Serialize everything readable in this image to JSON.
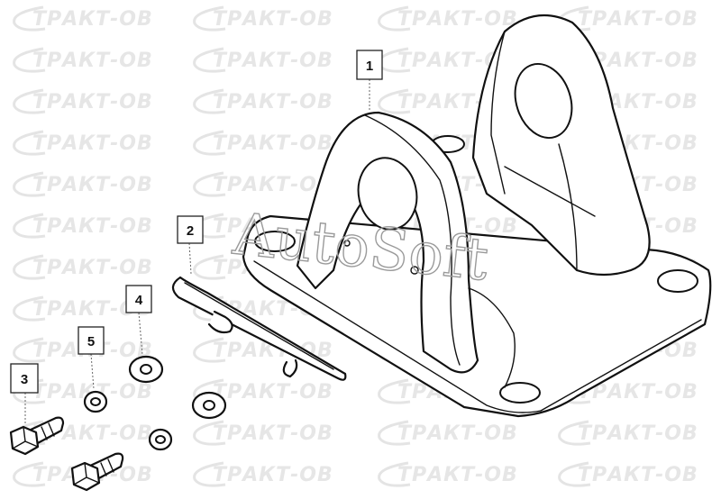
{
  "watermark": {
    "brand": "ТРАКТ-ОВ",
    "overlay": "AutoSoft"
  },
  "parts": {
    "bracket": {
      "callout": "1",
      "icon": "tow-hook-bracket"
    },
    "cotter_pin": {
      "callout": "2",
      "icon": "cotter-pin"
    },
    "bolt": {
      "callout": "3",
      "icon": "hex-bolt"
    },
    "flat_washer": {
      "callout": "4",
      "icon": "flat-washer"
    },
    "spring_washer": {
      "callout": "5",
      "icon": "spring-washer"
    }
  },
  "colors": {
    "line": "#111111",
    "watermark": "#e6e6e6",
    "background": "#ffffff"
  }
}
